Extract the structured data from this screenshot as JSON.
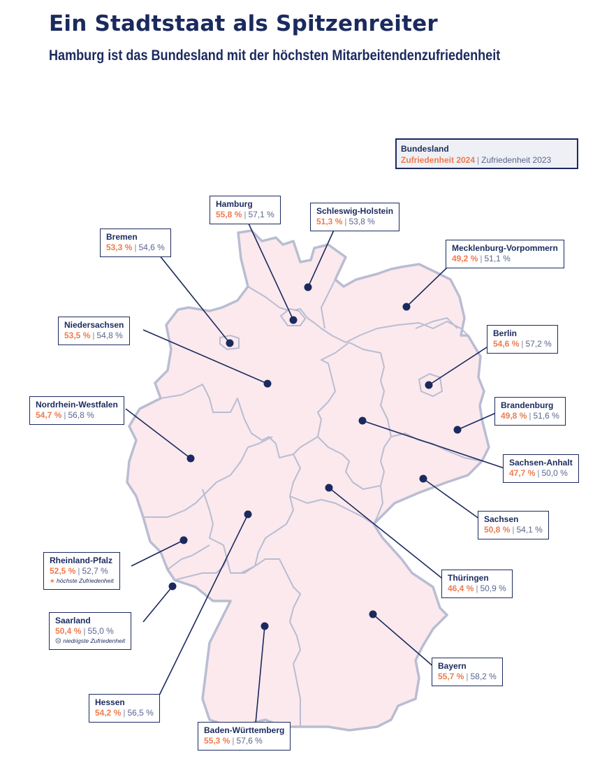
{
  "title": "Ein Stadtstaat als Spitzenreiter",
  "subtitle": "Hamburg ist das Bundesland mit der höchsten Mitarbeitendenzufriedenheit",
  "legend": {
    "title": "Bundesland",
    "label_2024": "Zufriedenheit 2024",
    "label_2023": "Zufriedenheit 2023"
  },
  "colors": {
    "map_fill": "#fbe9ed",
    "map_border": "#b9bdd2",
    "accent_2024": "#f07a4f",
    "text_navy": "#1b2a5e"
  },
  "states": [
    {
      "name": "Hamburg",
      "v2024": "55,8 %",
      "v2023": "57,1 %"
    },
    {
      "name": "Schleswig-Holstein",
      "v2024": "51,3 %",
      "v2023": "53,8 %"
    },
    {
      "name": "Bremen",
      "v2024": "53,3 %",
      "v2023": "54,6 %"
    },
    {
      "name": "Mecklenburg-Vorpommern",
      "v2024": "49,2 %",
      "v2023": "51,1 %"
    },
    {
      "name": "Niedersachsen",
      "v2024": "53,5 %",
      "v2023": "54,8 %"
    },
    {
      "name": "Berlin",
      "v2024": "54,6 %",
      "v2023": "57,2 %"
    },
    {
      "name": "Nordrhein-Westfalen",
      "v2024": "54,7 %",
      "v2023": "56,8 %"
    },
    {
      "name": "Brandenburg",
      "v2024": "49,8 %",
      "v2023": "51,6 %"
    },
    {
      "name": "Sachsen-Anhalt",
      "v2024": "47,7 %",
      "v2023": "50,0 %"
    },
    {
      "name": "Sachsen",
      "v2024": "50,8 %",
      "v2023": "54,1 %"
    },
    {
      "name": "Rheinland-Pfalz",
      "v2024": "52,5 %",
      "v2023": "52,7 %",
      "note": "höchste Zufriedenheit"
    },
    {
      "name": "Thüringen",
      "v2024": "46,4 %",
      "v2023": "50,9 %"
    },
    {
      "name": "Saarland",
      "v2024": "50,4 %",
      "v2023": "55,0 %",
      "note": "niedrigste Zufriedenheit"
    },
    {
      "name": "Bayern",
      "v2024": "55,7 %",
      "v2023": "58,2 %"
    },
    {
      "name": "Hessen",
      "v2024": "54,2 %",
      "v2023": "56,5 %"
    },
    {
      "name": "Baden-Württemberg",
      "v2024": "55,3 %",
      "v2023": "57,6 %"
    }
  ]
}
